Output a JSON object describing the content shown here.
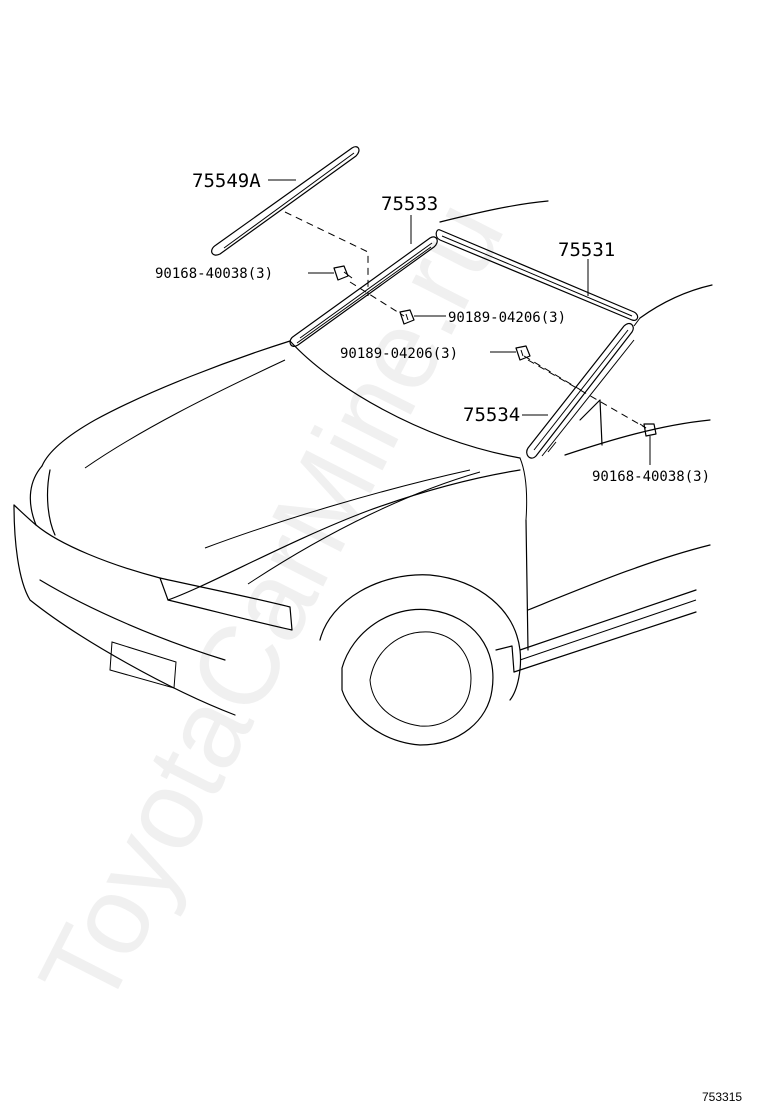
{
  "watermark": "ToyotaCarMine.ru",
  "diagram_code": "753315",
  "callouts": {
    "p75549a": "75549A",
    "p75533": "75533",
    "p75531": "75531",
    "p75534": "75534",
    "clip_left": "90168-40038(3)",
    "clip_mid_right": "90189-04206(3)",
    "clip_mid_left": "90189-04206(3)",
    "clip_right": "90168-40038(3)"
  }
}
